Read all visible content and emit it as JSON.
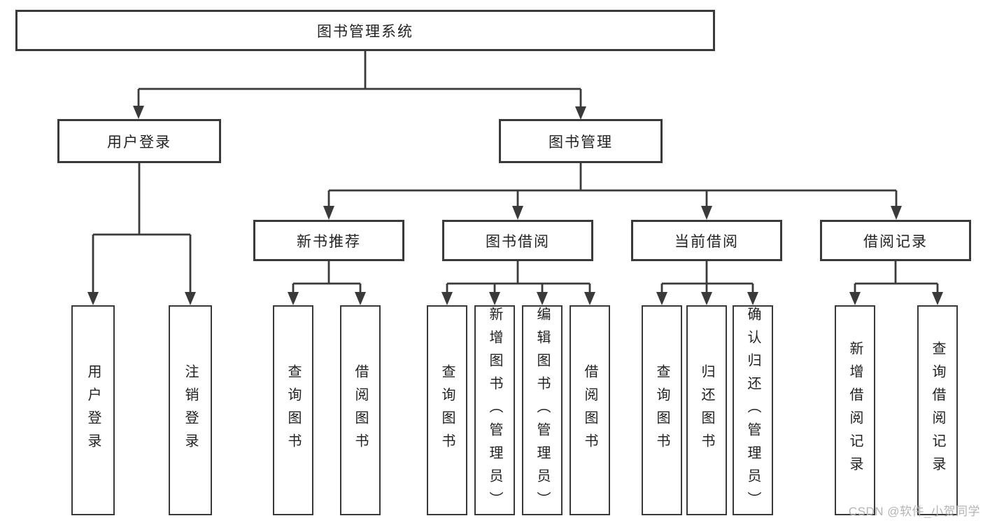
{
  "diagram": {
    "root": "图书管理系统",
    "branches": [
      {
        "label": "用户登录",
        "children": [
          "用户登录",
          "注销登录"
        ]
      },
      {
        "label": "图书管理",
        "groups": [
          {
            "label": "新书推荐",
            "children": [
              "查询图书",
              "借阅图书"
            ]
          },
          {
            "label": "图书借阅",
            "children": [
              "查询图书",
              "新增图书（管理员）",
              "编辑图书（管理员）",
              "借阅图书"
            ]
          },
          {
            "label": "当前借阅",
            "children": [
              "查询图书",
              "归还图书",
              "确认归还（管理员）"
            ]
          },
          {
            "label": "借阅记录",
            "children": [
              "新增借阅记录",
              "查询借阅记录"
            ]
          }
        ]
      }
    ]
  },
  "watermark": "CSDN @软件_小贺同学",
  "colors": {
    "line": "#3a3a3a",
    "text": "#222222",
    "watermark": "#b4b4b4"
  }
}
